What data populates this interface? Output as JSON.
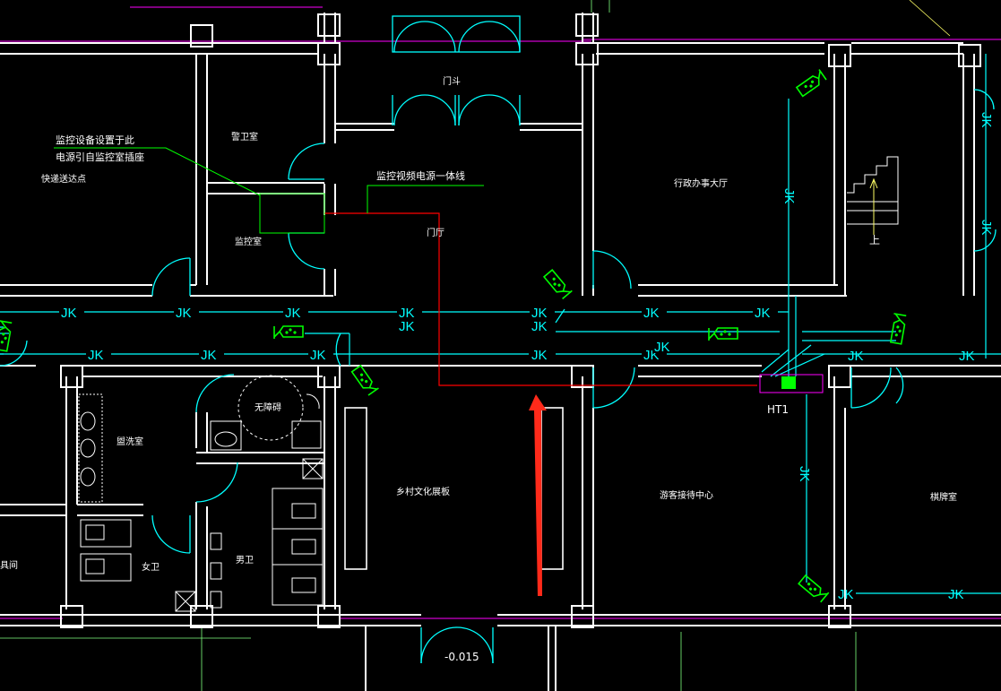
{
  "drawing": {
    "labels": {
      "vestibule": "门斗",
      "guard_room": "警卫室",
      "express_point": "快递送达点",
      "monitor_room": "监控室",
      "lobby": "门厅",
      "admin_hall": "行政办事大厅",
      "up": "上",
      "washroom": "盥洗室",
      "accessible_wc": "无障碍",
      "women_wc": "女卫",
      "men_wc": "男卫",
      "tool_room": "具间",
      "culture_display": "乡村文化展板",
      "visitor_center": "游客接待中心",
      "chess_room": "棋牌室",
      "ht1": "HT1",
      "elevation": "-0.015"
    },
    "annotations": {
      "note_line1": "监控设备设置于此",
      "note_line2": "电源引自监控室插座",
      "cable_note": "监控视频电源一体线"
    },
    "line_tag": "JK",
    "colors": {
      "background": "#000000",
      "wall": "#ffffff",
      "door_window": "#00ffff",
      "jk_line": "#00ffff",
      "annotation": "#00ff00",
      "power_line": "#ff0000",
      "axis": "#ff00ff",
      "arrow": "#ff2a1a",
      "camera": "#00ff00"
    }
  }
}
